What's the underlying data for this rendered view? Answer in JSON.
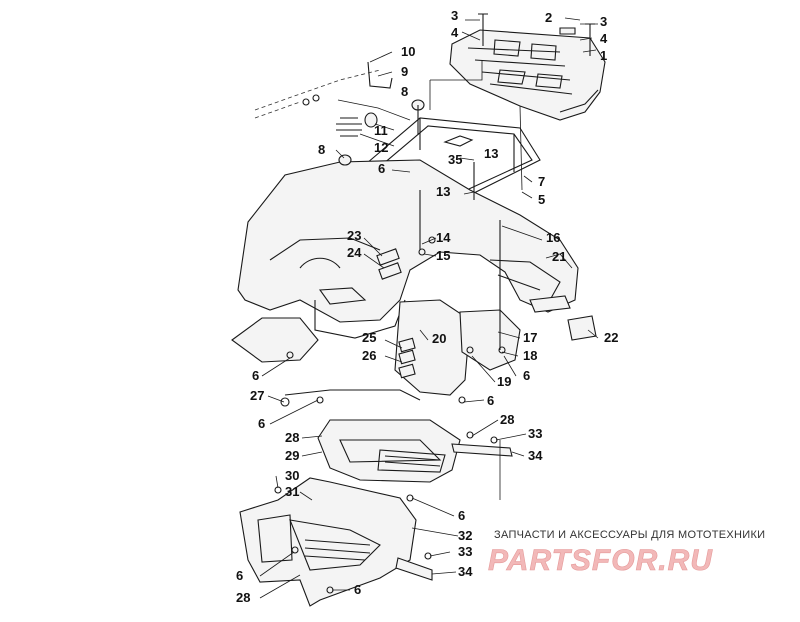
{
  "diagram": {
    "callouts": [
      {
        "id": "c3a",
        "text": "3"
      },
      {
        "id": "c4a",
        "text": "4"
      },
      {
        "id": "c2",
        "text": "2"
      },
      {
        "id": "c3b",
        "text": "3"
      },
      {
        "id": "c4b",
        "text": "4"
      },
      {
        "id": "c1",
        "text": "1"
      },
      {
        "id": "c10",
        "text": "10"
      },
      {
        "id": "c9",
        "text": "9"
      },
      {
        "id": "c8a",
        "text": "8"
      },
      {
        "id": "c11",
        "text": "11"
      },
      {
        "id": "c12",
        "text": "12"
      },
      {
        "id": "c8b",
        "text": "8"
      },
      {
        "id": "c6a",
        "text": "6"
      },
      {
        "id": "c35",
        "text": "35"
      },
      {
        "id": "c13a",
        "text": "13"
      },
      {
        "id": "c7",
        "text": "7"
      },
      {
        "id": "c5",
        "text": "5"
      },
      {
        "id": "c13b",
        "text": "13"
      },
      {
        "id": "c23",
        "text": "23"
      },
      {
        "id": "c14",
        "text": "14"
      },
      {
        "id": "c16",
        "text": "16"
      },
      {
        "id": "c24",
        "text": "24"
      },
      {
        "id": "c15",
        "text": "15"
      },
      {
        "id": "c21",
        "text": "21"
      },
      {
        "id": "c22",
        "text": "22"
      },
      {
        "id": "c25",
        "text": "25"
      },
      {
        "id": "c20",
        "text": "20"
      },
      {
        "id": "c17",
        "text": "17"
      },
      {
        "id": "c26",
        "text": "26"
      },
      {
        "id": "c18",
        "text": "18"
      },
      {
        "id": "c6b",
        "text": "6"
      },
      {
        "id": "c19",
        "text": "19"
      },
      {
        "id": "c6c",
        "text": "6"
      },
      {
        "id": "c27",
        "text": "27"
      },
      {
        "id": "c6d",
        "text": "6"
      },
      {
        "id": "c6e",
        "text": "6"
      },
      {
        "id": "c28a",
        "text": "28"
      },
      {
        "id": "c33a",
        "text": "33"
      },
      {
        "id": "c28b",
        "text": "28"
      },
      {
        "id": "c29",
        "text": "29"
      },
      {
        "id": "c34a",
        "text": "34"
      },
      {
        "id": "c30",
        "text": "30"
      },
      {
        "id": "c31",
        "text": "31"
      },
      {
        "id": "c6f",
        "text": "6"
      },
      {
        "id": "c32",
        "text": "32"
      },
      {
        "id": "c33b",
        "text": "33"
      },
      {
        "id": "c6g",
        "text": "6"
      },
      {
        "id": "c34b",
        "text": "34"
      },
      {
        "id": "c28c",
        "text": "28"
      },
      {
        "id": "c6h",
        "text": "6"
      }
    ]
  },
  "watermark": {
    "caption": "ЗАПЧАСТИ И АКСЕССУАРЫ ДЛЯ МОТОТЕХНИКИ",
    "logo": "PARTSFOR.RU"
  }
}
